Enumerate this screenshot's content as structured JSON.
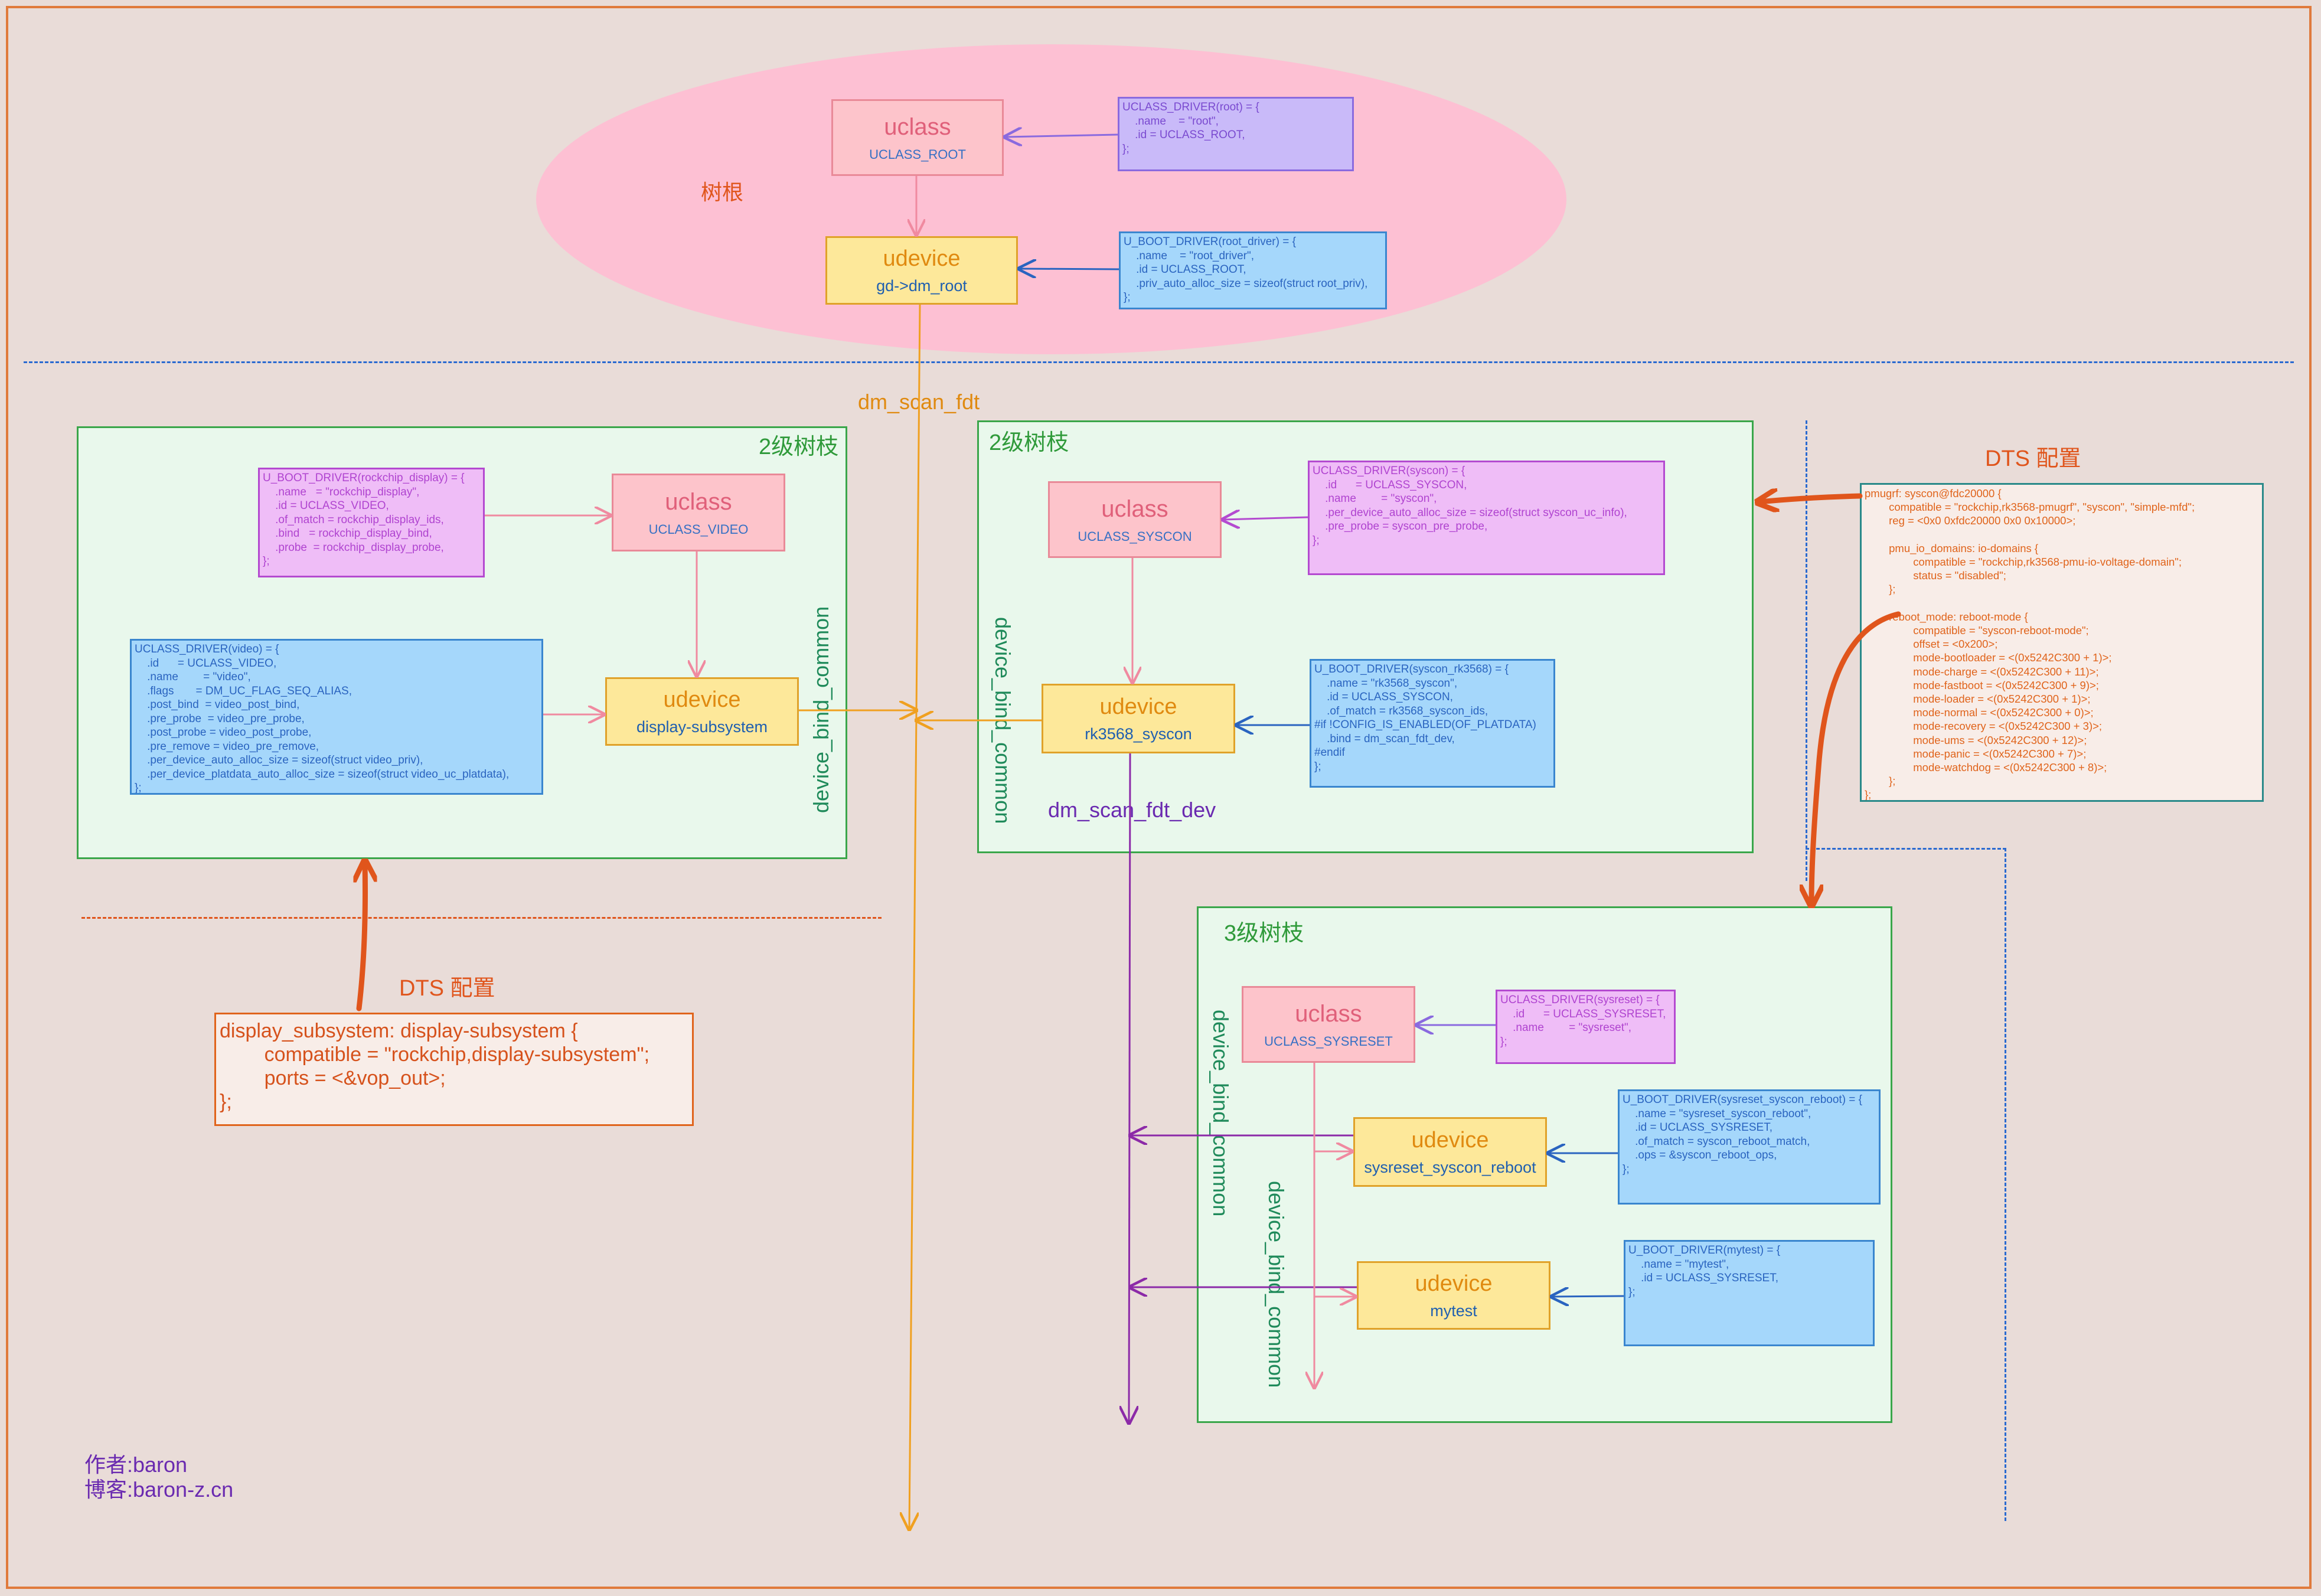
{
  "root_region": {
    "label": "树根",
    "uclass": {
      "title": "uclass",
      "id": "UCLASS_ROOT"
    },
    "udevice": {
      "title": "udevice",
      "name": "gd->dm_root"
    },
    "uclass_driver_code": "UCLASS_DRIVER(root) = {\n    .name    = \"root\",\n    .id = UCLASS_ROOT,\n};",
    "uboot_driver_code": "U_BOOT_DRIVER(root_driver) = {\n    .name    = \"root_driver\",\n    .id = UCLASS_ROOT,\n    .priv_auto_alloc_size = sizeof(struct root_priv),\n};"
  },
  "dm_scan_fdt_label": "dm_scan_fdt",
  "dm_scan_fdt_dev_label": "dm_scan_fdt_dev",
  "device_bind_common_label": "device_bind_common",
  "display_region": {
    "title": "2级树枝",
    "uclass": {
      "title": "uclass",
      "id": "UCLASS_VIDEO"
    },
    "udevice": {
      "title": "udevice",
      "name": "display-subsystem"
    },
    "uboot_driver_code": "U_BOOT_DRIVER(rockchip_display) = {\n    .name   = \"rockchip_display\",\n    .id = UCLASS_VIDEO,\n    .of_match = rockchip_display_ids,\n    .bind   = rockchip_display_bind,\n    .probe  = rockchip_display_probe,\n};",
    "uclass_driver_code": "UCLASS_DRIVER(video) = {\n    .id      = UCLASS_VIDEO,\n    .name        = \"video\",\n    .flags       = DM_UC_FLAG_SEQ_ALIAS,\n    .post_bind  = video_post_bind,\n    .pre_probe  = video_pre_probe,\n    .post_probe = video_post_probe,\n    .pre_remove = video_pre_remove,\n    .per_device_auto_alloc_size = sizeof(struct video_priv),\n    .per_device_platdata_auto_alloc_size = sizeof(struct video_uc_platdata),\n};"
  },
  "syscon_region": {
    "title": "2级树枝",
    "uclass": {
      "title": "uclass",
      "id": "UCLASS_SYSCON"
    },
    "udevice": {
      "title": "udevice",
      "name": "rk3568_syscon"
    },
    "uclass_driver_code": "UCLASS_DRIVER(syscon) = {\n    .id      = UCLASS_SYSCON,\n    .name        = \"syscon\",\n    .per_device_auto_alloc_size = sizeof(struct syscon_uc_info),\n    .pre_probe = syscon_pre_probe,\n};",
    "uboot_driver_code": "U_BOOT_DRIVER(syscon_rk3568) = {\n    .name = \"rk3568_syscon\",\n    .id = UCLASS_SYSCON,\n    .of_match = rk3568_syscon_ids,\n#if !CONFIG_IS_ENABLED(OF_PLATDATA)\n    .bind = dm_scan_fdt_dev,\n#endif\n};"
  },
  "sysreset_region": {
    "title": "3级树枝",
    "uclass": {
      "title": "uclass",
      "id": "UCLASS_SYSRESET"
    },
    "udevice1": {
      "title": "udevice",
      "name": "sysreset_syscon_reboot"
    },
    "udevice2": {
      "title": "udevice",
      "name": "mytest"
    },
    "uclass_driver_code": "UCLASS_DRIVER(sysreset) = {\n    .id      = UCLASS_SYSRESET,\n    .name        = \"sysreset\",\n};",
    "reboot_driver_code": "U_BOOT_DRIVER(sysreset_syscon_reboot) = {\n    .name = \"sysreset_syscon_reboot\",\n    .id = UCLASS_SYSRESET,\n    .of_match = syscon_reboot_match,\n    .ops = &syscon_reboot_ops,\n};",
    "mytest_driver_code": "U_BOOT_DRIVER(mytest) = {\n    .name = \"mytest\",\n    .id = UCLASS_SYSRESET,\n};"
  },
  "dts_right": {
    "title": "DTS 配置",
    "code": "pmugrf: syscon@fdc20000 {\n        compatible = \"rockchip,rk3568-pmugrf\", \"syscon\", \"simple-mfd\";\n        reg = <0x0 0xfdc20000 0x0 0x10000>;\n\n        pmu_io_domains: io-domains {\n                compatible = \"rockchip,rk3568-pmu-io-voltage-domain\";\n                status = \"disabled\";\n        };\n\n        reboot_mode: reboot-mode {\n                compatible = \"syscon-reboot-mode\";\n                offset = <0x200>;\n                mode-bootloader = <(0x5242C300 + 1)>;\n                mode-charge = <(0x5242C300 + 11)>;\n                mode-fastboot = <(0x5242C300 + 9)>;\n                mode-loader = <(0x5242C300 + 1)>;\n                mode-normal = <(0x5242C300 + 0)>;\n                mode-recovery = <(0x5242C300 + 3)>;\n                mode-ums = <(0x5242C300 + 12)>;\n                mode-panic = <(0x5242C300 + 7)>;\n                mode-watchdog = <(0x5242C300 + 8)>;\n        };\n};"
  },
  "dts_left": {
    "title": "DTS 配置",
    "code": "display_subsystem: display-subsystem {\n        compatible = \"rockchip,display-subsystem\";\n        ports = <&vop_out>;\n};"
  },
  "author": {
    "line1": "作者:baron",
    "line2": "博客:baron-z.cn"
  },
  "colors": {
    "orange_flow": "#f0a020",
    "purple_flow": "#8c2aa8",
    "dts_arrow": "#e0551c",
    "pink_arrow": "#f08aa0"
  }
}
